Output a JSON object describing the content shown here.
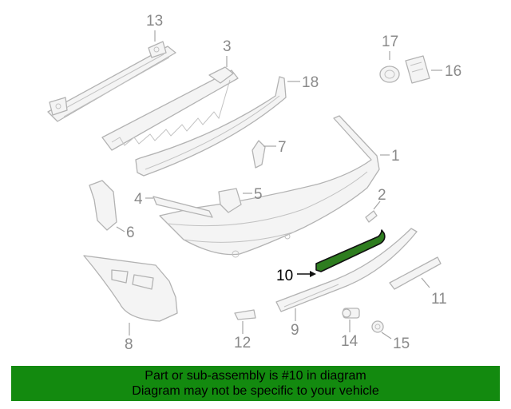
{
  "diagram": {
    "highlighted_part": "10",
    "callouts": [
      "1",
      "2",
      "3",
      "4",
      "5",
      "6",
      "7",
      "8",
      "9",
      "10",
      "11",
      "12",
      "13",
      "14",
      "15",
      "16",
      "17",
      "18"
    ]
  },
  "banner": {
    "line1": "Part or sub-assembly is #10 in diagram",
    "line2": "Diagram may not be specific to your vehicle",
    "color": "#138a0f"
  },
  "colors": {
    "highlight": "#2e7d1f",
    "part_outline": "#b3b3b3"
  }
}
